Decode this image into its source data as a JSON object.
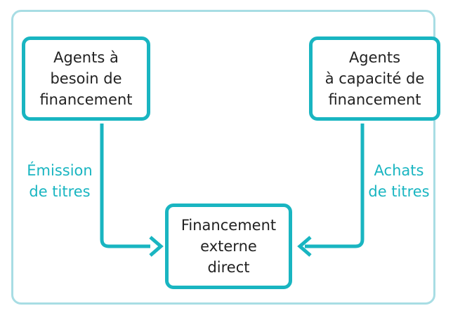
{
  "nodes": {
    "left": {
      "lines": [
        "Agents à",
        "besoin de",
        "financement"
      ]
    },
    "right": {
      "lines": [
        "Agents",
        "à capacité de",
        "financement"
      ]
    },
    "center": {
      "lines": [
        "Financement",
        "externe",
        "direct"
      ]
    }
  },
  "edges": {
    "left": {
      "lines": [
        "Émission",
        "de titres"
      ]
    },
    "right": {
      "lines": [
        "Achats",
        "de titres"
      ]
    }
  },
  "colors": {
    "accent": "#19b5c1",
    "frame": "#a8dde4",
    "text": "#222222"
  }
}
